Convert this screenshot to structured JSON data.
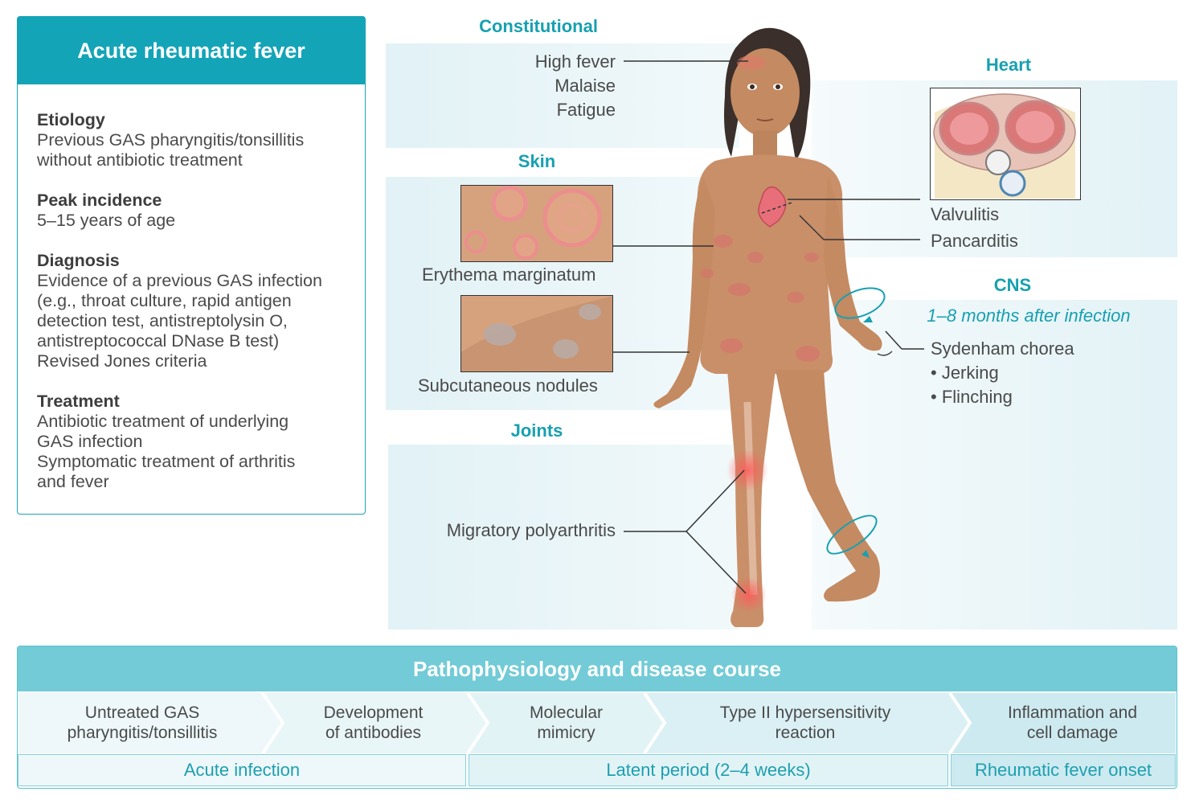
{
  "info": {
    "title": "Acute rheumatic fever",
    "sections": [
      {
        "head": "Etiology",
        "lines": [
          "Previous GAS pharyngitis/tonsillitis",
          "without antibiotic treatment"
        ]
      },
      {
        "head": "Peak incidence",
        "lines": [
          "5–15 years of age"
        ]
      },
      {
        "head": "Diagnosis",
        "lines": [
          "Evidence of a previous GAS infection",
          "(e.g., throat culture, rapid antigen",
          "detection test, antistreptolysin O,",
          "antistreptococcal DNase B test)",
          "Revised Jones criteria"
        ]
      },
      {
        "head": "Treatment",
        "lines": [
          "Antibiotic treatment of underlying",
          "GAS infection",
          "Symptomatic treatment of arthritis",
          "and fever"
        ]
      }
    ]
  },
  "constitutional": {
    "title": "Constitutional",
    "items": [
      "High fever",
      "Malaise",
      "Fatigue"
    ]
  },
  "skin": {
    "title": "Skin",
    "label_1": "Erythema marginatum",
    "label_2": "Subcutaneous nodules"
  },
  "joints": {
    "title": "Joints",
    "label": "Migratory polyarthritis"
  },
  "heart": {
    "title": "Heart",
    "items": [
      "Valvulitis",
      "Pancarditis"
    ]
  },
  "cns": {
    "title": "CNS",
    "timing": "1–8 months after infection",
    "item": "Sydenham chorea",
    "bullets": [
      "• Jerking",
      "• Flinching"
    ]
  },
  "patho": {
    "title": "Pathophysiology and disease course",
    "steps": [
      [
        "Untreated GAS",
        "pharyngitis/tonsillitis"
      ],
      [
        "Development",
        "of antibodies"
      ],
      [
        "Molecular",
        "mimicry"
      ],
      [
        "Type II hypersensitivity",
        "reaction"
      ],
      [
        "Inflammation and",
        "cell damage"
      ]
    ],
    "phases": [
      "Acute infection",
      "Latent period (2–4 weeks)",
      "Rheumatic fever onset"
    ]
  },
  "colors": {
    "accent": "#14a4b7",
    "band": "#e0f1f5",
    "skin": "#c98f69",
    "text": "#4a4a4a"
  }
}
